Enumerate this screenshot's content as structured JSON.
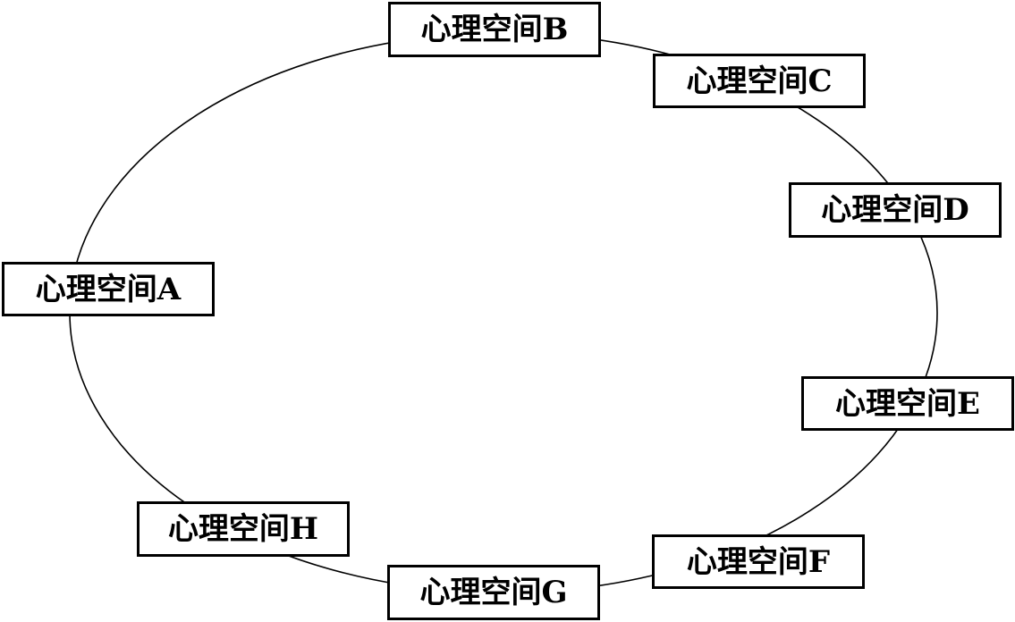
{
  "diagram": {
    "nodes": [
      {
        "id": "A",
        "label": "心理空间A"
      },
      {
        "id": "B",
        "label": "心理空间B"
      },
      {
        "id": "C",
        "label": "心理空间C"
      },
      {
        "id": "D",
        "label": "心理空间D"
      },
      {
        "id": "E",
        "label": "心理空间E"
      },
      {
        "id": "F",
        "label": "心理空间F"
      },
      {
        "id": "G",
        "label": "心理空间G"
      },
      {
        "id": "H",
        "label": "心理空间H"
      }
    ],
    "connection": "closed-loop"
  }
}
